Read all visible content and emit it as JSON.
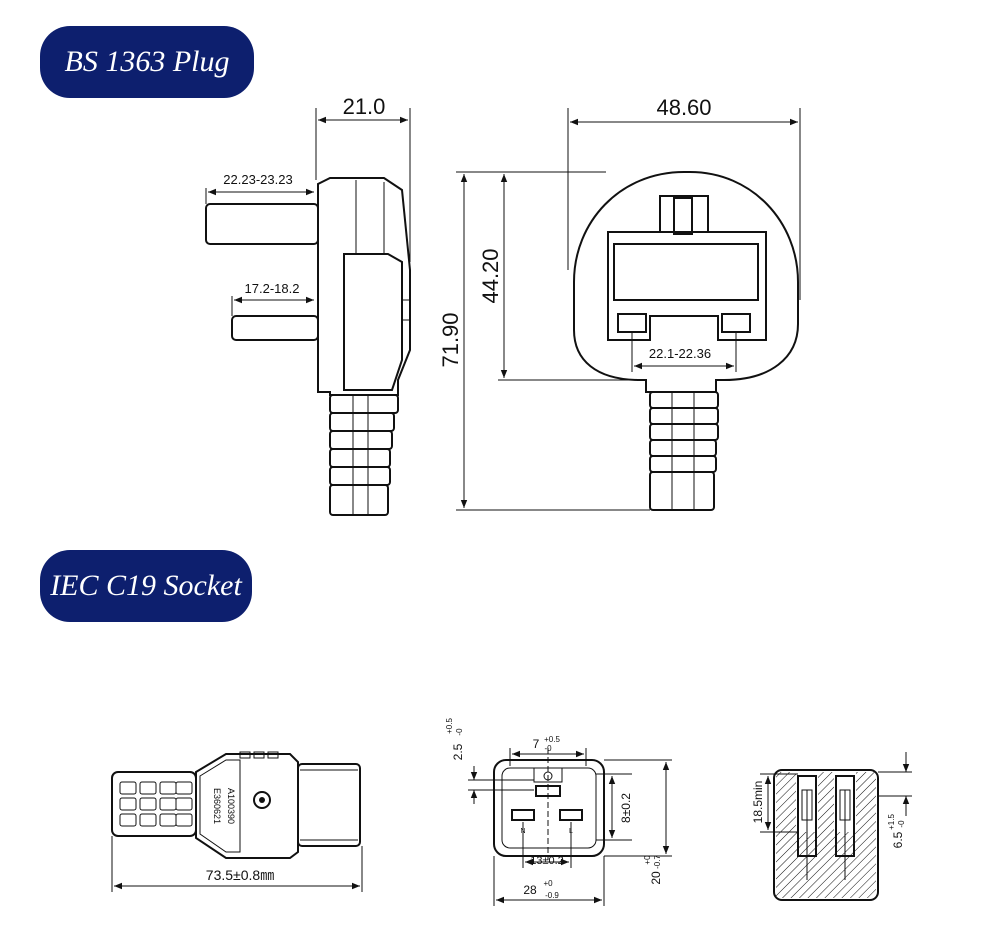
{
  "sections": {
    "plug_title": "BS 1363 Plug",
    "socket_title": "IEC C19 Socket"
  },
  "plug": {
    "dim_width": "21.0",
    "dim_face_width": "48.60",
    "dim_pin_top": "22.23-23.23",
    "dim_pin_bottom": "17.2-18.2",
    "dim_height_total": "71.90",
    "dim_height_face": "44.20",
    "dim_pin_spacing": "22.1-22.36"
  },
  "socket": {
    "dim_length": "73.5±0.8㎜",
    "side_text_1": "E360621",
    "side_text_2": "A100390",
    "dim_top_offset": "2.5",
    "dim_top_offset_tol_plus": "+0.5",
    "dim_top_offset_tol_minus": "-0",
    "dim_slot": "7",
    "dim_slot_tol_plus": "+0.5",
    "dim_slot_tol_minus": "-0",
    "dim_inner_height": "8±0.2",
    "dim_pin_spacing": "13±0.2",
    "dim_width": "28",
    "dim_width_tol_plus": "+0",
    "dim_width_tol_minus": "-0.9",
    "dim_height": "20",
    "dim_height_tol_plus": "+0",
    "dim_height_tol_minus": "-0.7",
    "label_n": "N",
    "label_l": "L",
    "dim_depth": "18.5min",
    "dim_pin_depth": "6.5",
    "dim_pin_depth_tol_plus": "+1.5",
    "dim_pin_depth_tol_minus": "-0"
  }
}
